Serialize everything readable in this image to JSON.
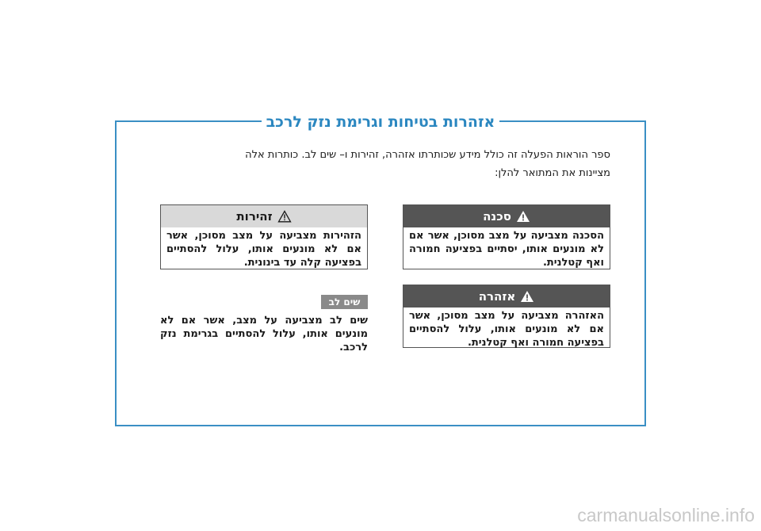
{
  "section_title": "אזהרות בטיחות וגרימת נזק לרכב",
  "intro_text": "ספר הוראות הפעלה זה כולל מידע שכותרתו אזהרה, זהירות ו– שים לב. כותרות אלה מציינות את המתואר להלן:",
  "danger": {
    "heading": "סכנה",
    "body": "הסכנה מצביעה על מצב מסוכן, אשר אם לא מונעים אותו, יסתיים בפציעה חמורה ואף קטלנית."
  },
  "warning": {
    "heading": "אזהרה",
    "body": "האזהרה מצביעה על מצב מסוכן, אשר אם לא מונעים אותו, עלול להסתיים בפציעה חמורה ואף קטלנית."
  },
  "caution": {
    "heading": "זהירות",
    "body": "הזהירות מצביעה על מצב מסוכן, אשר אם לא מונעים אותו, עלול להסתיים בפציעה קלה עד בינונית."
  },
  "notice": {
    "heading": "שים לב",
    "body": "שים לב מצביעה על מצב, אשר אם לא מונעים אותו, עלול להסתיים בגרימת נזק לרכב."
  },
  "watermark": "carmanualsonline.info",
  "colors": {
    "accent": "#2b87c0",
    "dark_header": "#555555",
    "light_header": "#d9d9d9"
  },
  "icons": {
    "danger": "warning-triangle-icon",
    "warning": "warning-triangle-icon",
    "caution": "warning-triangle-outline-icon"
  }
}
